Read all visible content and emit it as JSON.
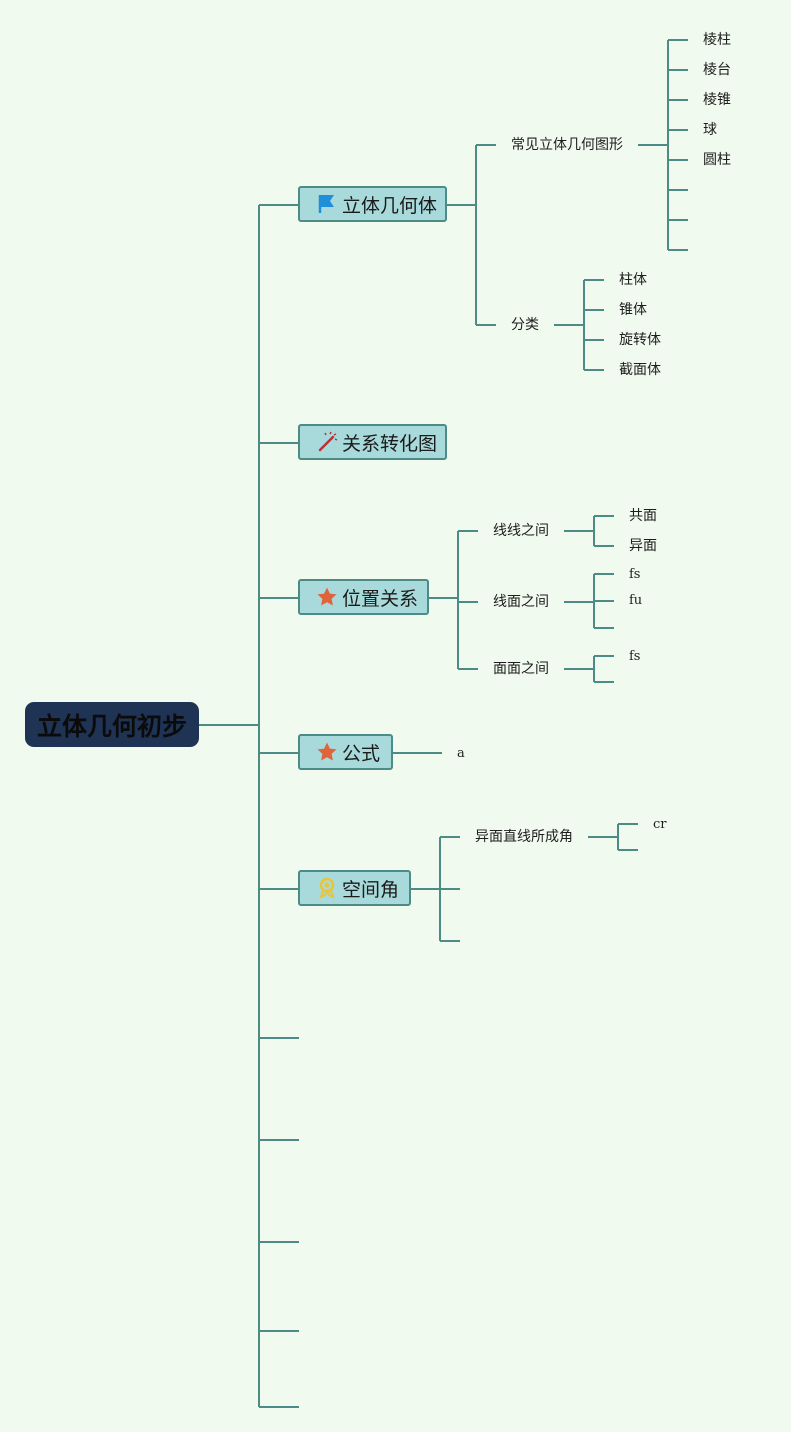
{
  "root": {
    "label": "立体几何初步"
  },
  "topics": {
    "solid": {
      "label": "立体几何体",
      "icon": "flag-icon",
      "common": {
        "label": "常见立体几何图形",
        "items": [
          "棱柱",
          "棱台",
          "棱锥",
          "球",
          "圆柱"
        ]
      },
      "classify": {
        "label": "分类",
        "items": [
          "柱体",
          "锥体",
          "旋转体",
          "截面体"
        ]
      }
    },
    "relation_graph": {
      "label": "关系转化图",
      "icon": "magic-wand-icon"
    },
    "position": {
      "label": "位置关系",
      "icon": "star-icon",
      "line_line": {
        "label": "线线之间",
        "items": [
          "共面",
          "异面"
        ]
      },
      "line_plane": {
        "label": "线面之间",
        "items": [
          "fs",
          "fu"
        ]
      },
      "plane_plane": {
        "label": "面面之间",
        "items": [
          "fs"
        ]
      }
    },
    "formula": {
      "label": "公式",
      "icon": "star-icon",
      "child": "a"
    },
    "space_angle": {
      "label": "空间角",
      "icon": "award-icon",
      "skew_angle": {
        "label": "异面直线所成角",
        "items": [
          "cr"
        ]
      }
    }
  },
  "colors": {
    "background": "#f1faef",
    "connector": "#4d8b86",
    "root_fill": "#1f3354",
    "topic_fill": "#a9dadb",
    "flag": "#1e8fd8",
    "star": "#e0643a",
    "award": "#e9c43b"
  }
}
